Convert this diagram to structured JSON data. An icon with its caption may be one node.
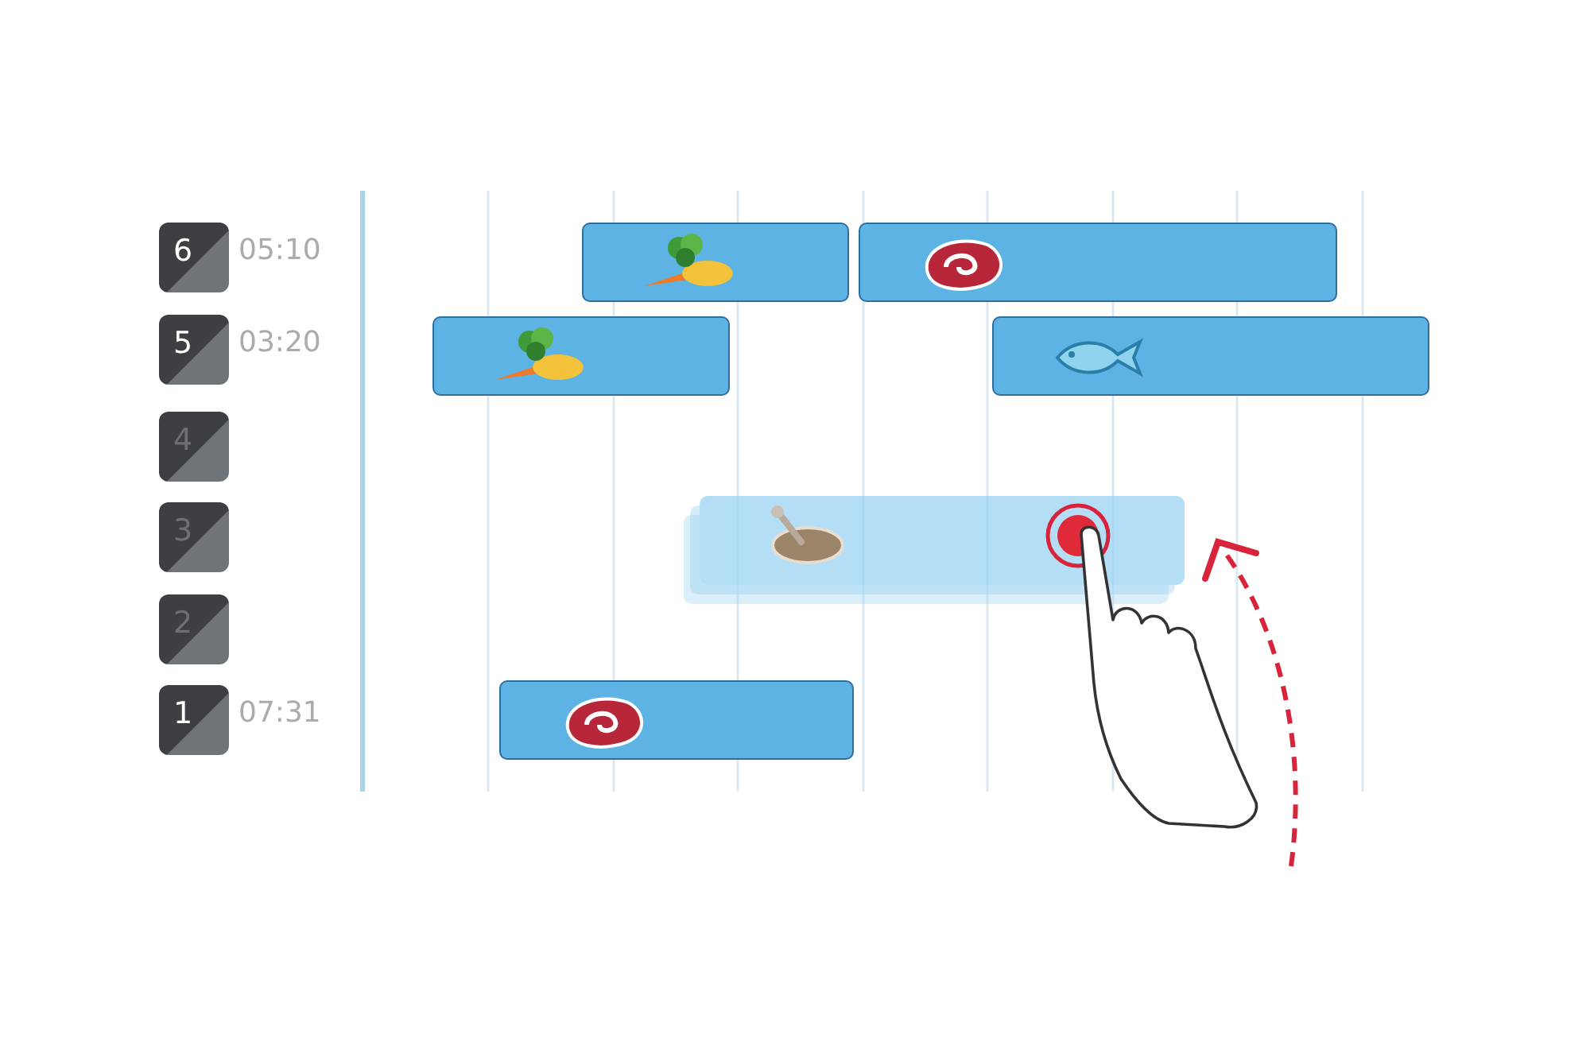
{
  "diagram": {
    "nodes": [
      {
        "text": [
          "6"
        ],
        "beside": [
          "05:10"
        ]
      },
      {
        "text": [
          "5"
        ],
        "beside": [
          "03:20"
        ]
      },
      {
        "text": [
          "4"
        ]
      },
      {
        "text": [
          "3"
        ]
      },
      {
        "text": [
          "2"
        ]
      },
      {
        "text": [
          "1"
        ],
        "beside": [
          "07:31"
        ]
      },
      {
        "text": [],
        "shape": "bar"
      },
      {
        "text": [],
        "shape": "bar"
      },
      {
        "text": [],
        "shape": "bar"
      },
      {
        "text": [],
        "shape": "bar"
      },
      {
        "text": [],
        "shape": "bar"
      },
      {
        "text": [],
        "shape": "bar"
      }
    ]
  }
}
